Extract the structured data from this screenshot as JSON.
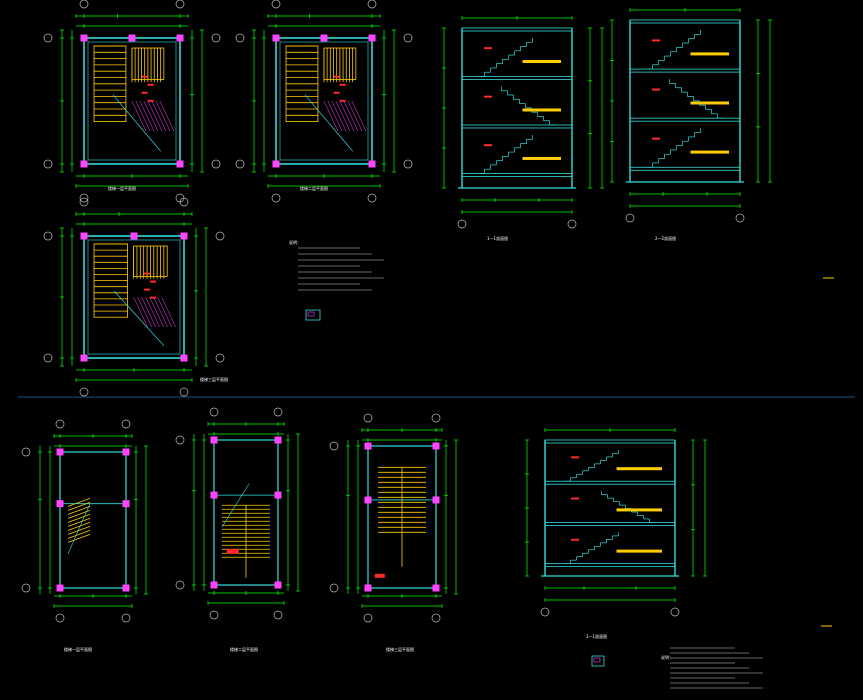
{
  "drawing": {
    "colors": {
      "background": "#000000",
      "dimension": "#00ff00",
      "wall": "#33dddd",
      "column": "#ff44ff",
      "stair": "#ffcc00",
      "rebar": "#ff2a2a",
      "axis": "#bbbbbb",
      "text": "#ffffff",
      "separator": "#33aaff"
    },
    "sheet_top": {
      "plan_caption_1": "楼梯一层平面图",
      "plan_caption_2": "楼梯二层平面图",
      "plan_caption_3": "楼梯三层平面图",
      "section_caption_1": "1—1剖面图",
      "section_caption_2": "2—2剖面图",
      "notes_title": "说明："
    },
    "sheet_bottom": {
      "plan_caption_1": "楼梯一层平面图",
      "plan_caption_2": "楼梯二层平面图",
      "plan_caption_3": "楼梯三层平面图",
      "section_caption": "1—1剖面图",
      "notes_title": "说明："
    }
  }
}
